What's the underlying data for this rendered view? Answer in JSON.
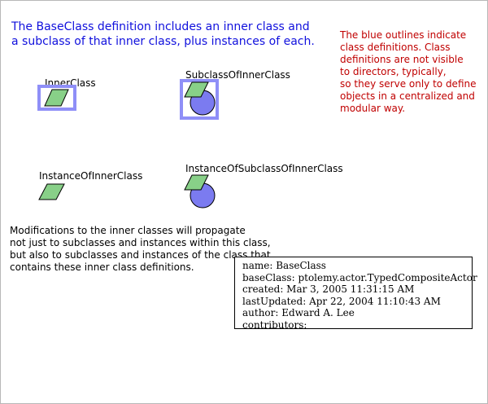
{
  "title": "The BaseClass definition includes an inner class and\na subclass of that inner class, plus instances of each.",
  "note": "The blue outlines indicate\nclass definitions. Class\ndefinitions are not visible\nto directors, typically,\nso they serve only to define\nobjects in a centralized and\nmodular way.",
  "body_text": "Modifications to the inner classes will propagate\nnot just to subclasses and instances within this class,\nbut also to subclasses and instances of the class that\ncontains these inner class definitions.",
  "actors": {
    "inner_class": "InnerClass",
    "subclass_of_inner_class": "SubclassOfInnerClass",
    "instance_of_inner_class": "InstanceOfInnerClass",
    "instance_of_subclass_of_inner_class": "InstanceOfSubclassOfInnerClass"
  },
  "info": {
    "name": "name: BaseClass",
    "base_class": "baseClass: ptolemy.actor.TypedCompositeActor",
    "created": "created: Mar 3, 2005 11:31:15 AM",
    "last_updated": "lastUpdated: Apr 22, 2004 11:10:43 AM",
    "author": "author: Edward A. Lee",
    "contributors": "contributors:"
  },
  "colors": {
    "title": "#1010dd",
    "note": "#c00000",
    "class_outline": "#8f8ff7",
    "parallelogram_fill": "#88d088",
    "circle_fill": "#7b7bf0"
  }
}
